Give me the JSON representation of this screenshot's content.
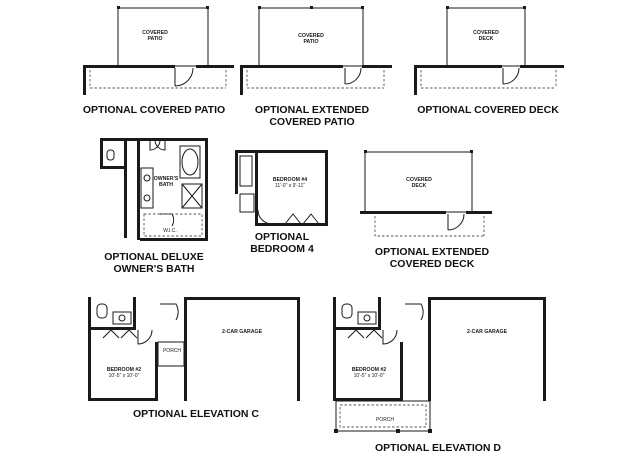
{
  "captions": {
    "covered_patio": "OPTIONAL COVERED PATIO",
    "extended_patio_1": "OPTIONAL EXTENDED",
    "extended_patio_2": "COVERED PATIO",
    "covered_deck": "OPTIONAL COVERED DECK",
    "deluxe_bath_1": "OPTIONAL DELUXE",
    "deluxe_bath_2": "OWNER'S BATH",
    "bedroom4_1": "OPTIONAL",
    "bedroom4_2": "BEDROOM 4",
    "extended_deck_1": "OPTIONAL EXTENDED",
    "extended_deck_2": "COVERED DECK",
    "elevation_c": "OPTIONAL ELEVATION C",
    "elevation_d": "OPTIONAL ELEVATION D"
  },
  "rooms": {
    "covered_1": "COVERED",
    "patio": "PATIO",
    "deck": "DECK",
    "owners_1": "OWNER'S",
    "bath": "BATH",
    "wic": "W.I.C.",
    "bedroom4": "BEDROOM #4",
    "bedroom4_dim": "11'-0\" x 9'-11\"",
    "garage": "2-CAR GARAGE",
    "bedroom2": "BEDROOM #2",
    "bedroom2_dim": "10'-5\" x 10'-0\"",
    "porch": "PORCH"
  },
  "colors": {
    "ink": "#1a1a1a",
    "paper": "#ffffff"
  }
}
